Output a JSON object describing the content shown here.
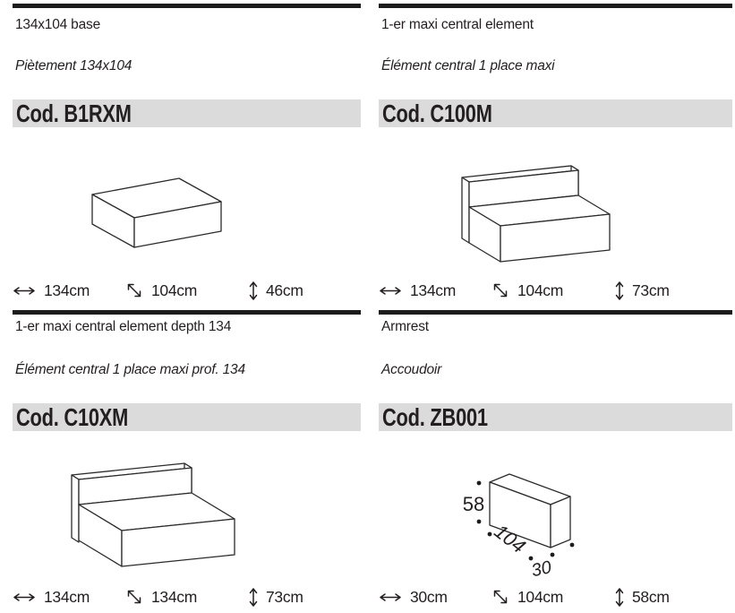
{
  "page": {
    "background": "#ffffff",
    "text_color": "#231f20",
    "code_bar_bg": "#dbdbdb",
    "rule_color": "#1c1c1c"
  },
  "icons": {
    "width": "double-horizontal-arrow",
    "depth": "double-diagonal-arrow",
    "height": "double-vertical-arrow"
  },
  "products": [
    {
      "title_en": "134x104 base",
      "title_fr": "Piètement 134x104",
      "code": "Cod. B1RXM",
      "drawing": "base-ottoman",
      "dims": {
        "width": "134cm",
        "depth": "104cm",
        "height": "46cm"
      }
    },
    {
      "title_en": "1-er maxi central element",
      "title_fr": "Élément central 1 place maxi",
      "code": "Cod. C100M",
      "drawing": "central-element",
      "dims": {
        "width": "134cm",
        "depth": "104cm",
        "height": "73cm"
      }
    },
    {
      "title_en": "1-er maxi central element depth 134",
      "title_fr": "Élément central 1 place maxi prof. 134",
      "code": "Cod. C10XM",
      "drawing": "central-element-depth-134",
      "dims": {
        "width": "134cm",
        "depth": "134cm",
        "height": "73cm"
      }
    },
    {
      "title_en": "Armrest",
      "title_fr": "Accoudoir",
      "code": "Cod. ZB001",
      "drawing": "armrest-block",
      "dims": {
        "width": "30cm",
        "depth": "104cm",
        "height": "58cm"
      },
      "drawing_labels": {
        "height": "58",
        "length": "104",
        "depth": "30"
      }
    }
  ]
}
